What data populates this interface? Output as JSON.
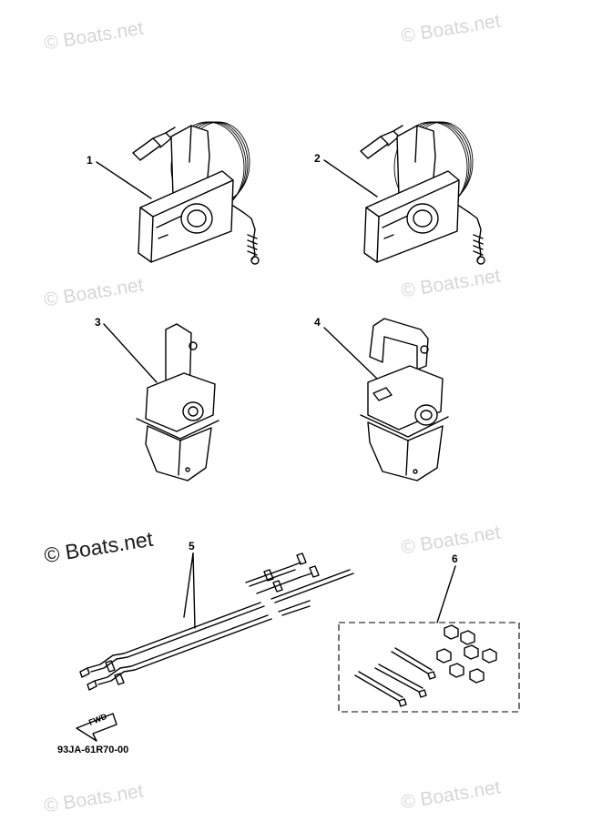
{
  "watermarks": {
    "text": "© Boats.net",
    "color": "#d6d6d6",
    "prominent_color": "#1a1a1a"
  },
  "parts": {
    "p1": "1",
    "p2": "2",
    "p3": "3",
    "p4": "4",
    "p5": "5",
    "p6": "6"
  },
  "fwd_label": "FWD",
  "diagram_code": "93JA-61R70-00"
}
